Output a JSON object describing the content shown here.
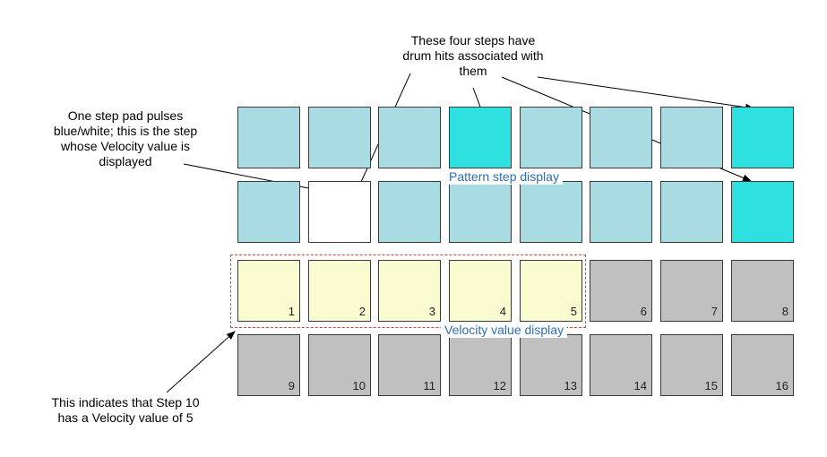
{
  "annotations": {
    "drum_hits": "These four steps have\ndrum hits associated with\nthem",
    "pulsing_pad": "One step pad pulses\nblue/white; this is the step\nwhose Velocity value is\ndisplayed",
    "step10": "This indicates that Step 10\nhas a Velocity value of 5"
  },
  "labels": {
    "pattern_step_display": "Pattern step display",
    "velocity_value_display": "Velocity value display"
  },
  "colors": {
    "pad_blue": "#a9dbe3",
    "pad_cyan": "#2ee0e0",
    "pad_white": "#ffffff",
    "pad_yellow": "#f9fcd0",
    "pad_grey": "#c0c0c0"
  },
  "pattern_rows": [
    [
      "blue",
      "blue",
      "blue",
      "cyan",
      "blue",
      "blue",
      "blue",
      "cyan"
    ],
    [
      "blue",
      "white",
      "blue",
      "blue",
      "blue",
      "blue",
      "blue",
      "cyan"
    ]
  ],
  "velocity_rows": [
    [
      {
        "num": "1",
        "state": "yellow"
      },
      {
        "num": "2",
        "state": "yellow"
      },
      {
        "num": "3",
        "state": "yellow"
      },
      {
        "num": "4",
        "state": "yellow"
      },
      {
        "num": "5",
        "state": "yellow"
      },
      {
        "num": "6",
        "state": "grey"
      },
      {
        "num": "7",
        "state": "grey"
      },
      {
        "num": "8",
        "state": "grey"
      }
    ],
    [
      {
        "num": "9",
        "state": "grey"
      },
      {
        "num": "10",
        "state": "grey"
      },
      {
        "num": "11",
        "state": "grey"
      },
      {
        "num": "12",
        "state": "grey"
      },
      {
        "num": "13",
        "state": "grey"
      },
      {
        "num": "14",
        "state": "grey"
      },
      {
        "num": "15",
        "state": "grey"
      },
      {
        "num": "16",
        "state": "grey"
      }
    ]
  ]
}
